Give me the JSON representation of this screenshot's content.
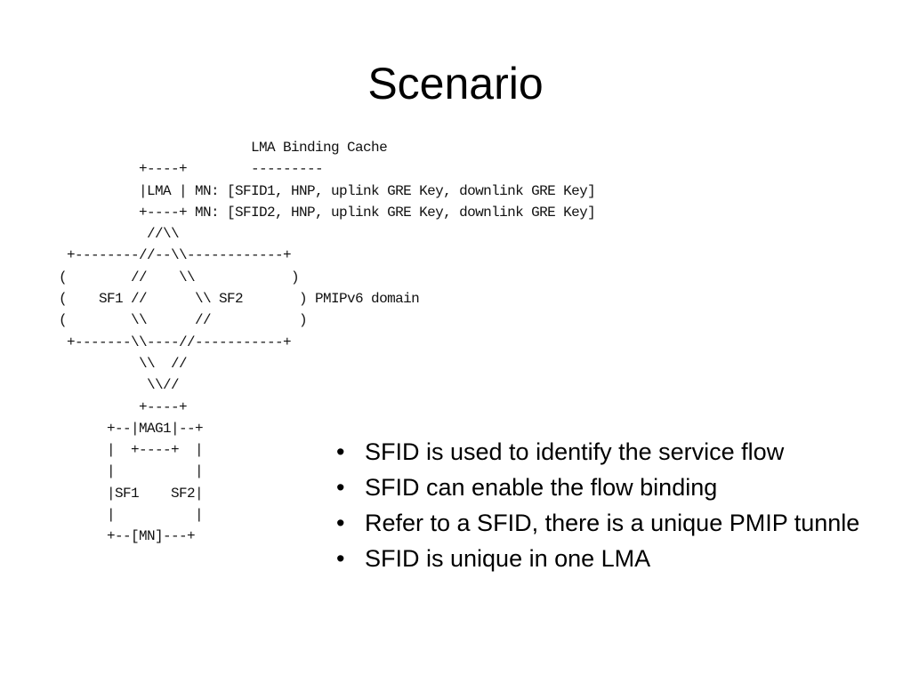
{
  "slide": {
    "title": "Scenario",
    "diagram_text": "                        LMA Binding Cache\n          +----+        ---------\n          |LMA | MN: [SFID1, HNP, uplink GRE Key, downlink GRE Key]\n          +----+ MN: [SFID2, HNP, uplink GRE Key, downlink GRE Key]\n           //\\\\\n +--------//--\\\\------------+\n(        //    \\\\            )\n(    SF1 //      \\\\ SF2       ) PMIPv6 domain\n(        \\\\      //           )\n +-------\\\\----//-----------+\n          \\\\  //\n           \\\\//\n          +----+\n      +--|MAG1|--+\n      |  +----+  |\n      |          |\n      |SF1    SF2|\n      |          |\n      +--[MN]---+",
    "bullets": [
      "SFID is used to identify the service flow",
      "SFID can enable the flow binding",
      "Refer to a SFID, there is a unique PMIP tunnle",
      "SFID is unique in one LMA"
    ]
  }
}
